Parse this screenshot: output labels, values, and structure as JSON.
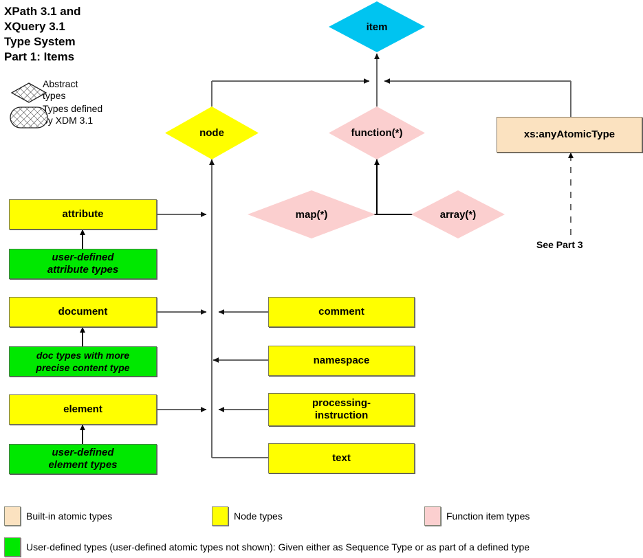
{
  "title": "XPath 3.1 and\nXQuery 3.1\nType System\nPart 1: Items",
  "legend_keys": [
    {
      "name": "abstract-types",
      "label": "Abstract\ntypes",
      "shape": "hatched-diamond"
    },
    {
      "name": "xdm-types",
      "label": "Types defined\nby XDM 3.1",
      "shape": "hatched-stadium"
    }
  ],
  "nodes": {
    "item": {
      "label": "item",
      "shape": "diamond",
      "color": "#00c4f0"
    },
    "node": {
      "label": "node",
      "shape": "diamond",
      "color": "#ffff00"
    },
    "function": {
      "label": "function(*)",
      "shape": "diamond",
      "color": "#fbcfcf"
    },
    "map": {
      "label": "map(*)",
      "shape": "diamond",
      "color": "#fbcfcf"
    },
    "array": {
      "label": "array(*)",
      "shape": "diamond",
      "color": "#fbcfcf"
    },
    "anyAtomicType": {
      "label": "xs:anyAtomicType",
      "shape": "rect",
      "color": "#fbe2c0"
    },
    "attribute": {
      "label": "attribute",
      "shape": "rect",
      "color": "#ffff00"
    },
    "udAttributeTypes": {
      "label": "user-defined\nattribute types",
      "shape": "rect",
      "color": "#00e800"
    },
    "document": {
      "label": "document",
      "shape": "rect",
      "color": "#ffff00"
    },
    "docTypes": {
      "label": "doc types with more\nprecise content type",
      "shape": "rect",
      "color": "#00e800"
    },
    "element": {
      "label": "element",
      "shape": "rect",
      "color": "#ffff00"
    },
    "udElementTypes": {
      "label": "user-defined\nelement types",
      "shape": "rect",
      "color": "#00e800"
    },
    "comment": {
      "label": "comment",
      "shape": "rect",
      "color": "#ffff00"
    },
    "namespace": {
      "label": "namespace",
      "shape": "rect",
      "color": "#ffff00"
    },
    "processingInstruction": {
      "label": "processing-\ninstruction",
      "shape": "rect",
      "color": "#ffff00"
    },
    "text": {
      "label": "text",
      "shape": "rect",
      "color": "#ffff00"
    }
  },
  "annotations": {
    "see_part_3": "See Part 3"
  },
  "legend": {
    "row1": [
      {
        "name": "builtin-atomic-types",
        "label": "Built-in atomic types",
        "color": "#fbe2c0"
      },
      {
        "name": "node-types",
        "label": "Node types",
        "color": "#ffff00"
      },
      {
        "name": "function-item-types",
        "label": "Function item types",
        "color": "#fbcfcf"
      }
    ],
    "row2": [
      {
        "name": "user-defined-types",
        "label": "User-defined types (user-defined atomic types not shown):  Given either as Sequence Type or as part of a defined type",
        "color": "#00e800"
      }
    ]
  },
  "colors": {
    "connector": "#666666",
    "connector_dark": "#000000",
    "item": "#00c4f0",
    "node_type": "#ffff00",
    "function_type": "#fbcfcf",
    "atomic_type": "#fbe2c0",
    "user_defined": "#00e800"
  }
}
